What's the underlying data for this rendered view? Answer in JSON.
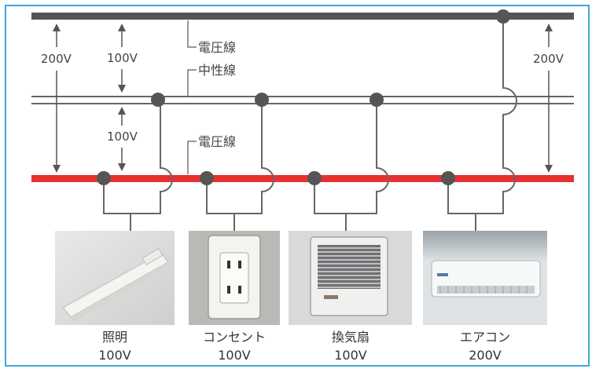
{
  "colors": {
    "frame": "#3fa9d8",
    "voltage_line_top": "#555555",
    "neutral_line": "#666666",
    "voltage_line_bottom": "#e8302e",
    "node": "#555555",
    "branch": "#666666"
  },
  "wire_labels": {
    "top": "電圧線",
    "neutral": "中性線",
    "bottom": "電圧線"
  },
  "voltages": {
    "left_full": "200V",
    "left_upper": "100V",
    "left_lower": "100V",
    "right_full": "200V"
  },
  "appliances": [
    {
      "name": "照明",
      "voltage": "100V",
      "icon": "ceiling-light-photo"
    },
    {
      "name": "コンセント",
      "voltage": "100V",
      "icon": "wall-outlet-photo"
    },
    {
      "name": "換気扇",
      "voltage": "100V",
      "icon": "ventilation-fan-photo"
    },
    {
      "name": "エアコン",
      "voltage": "200V",
      "icon": "air-conditioner-photo"
    }
  ]
}
